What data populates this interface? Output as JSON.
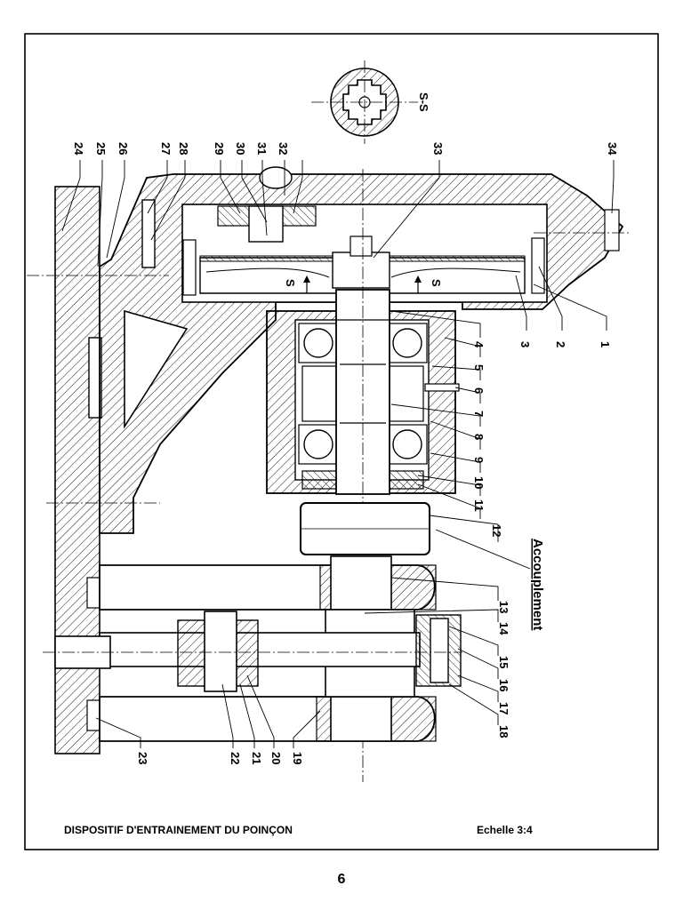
{
  "drawing": {
    "title": "DISPOSITIF D'ENTRAINEMENT DU POINÇON",
    "scale": "Echelle 3:4",
    "page_number": "6",
    "section_label": "S-S",
    "section_mark": "S",
    "coupling_label": "Accouplement"
  },
  "part_labels": [
    "1",
    "2",
    "3",
    "4",
    "5",
    "6",
    "7",
    "8",
    "9",
    "10",
    "11",
    "12",
    "13",
    "14",
    "15",
    "16",
    "17",
    "18",
    "19",
    "20",
    "21",
    "22",
    "23",
    "24",
    "25",
    "26",
    "27",
    "28",
    "29",
    "30",
    "31",
    "32",
    "33",
    "34"
  ]
}
